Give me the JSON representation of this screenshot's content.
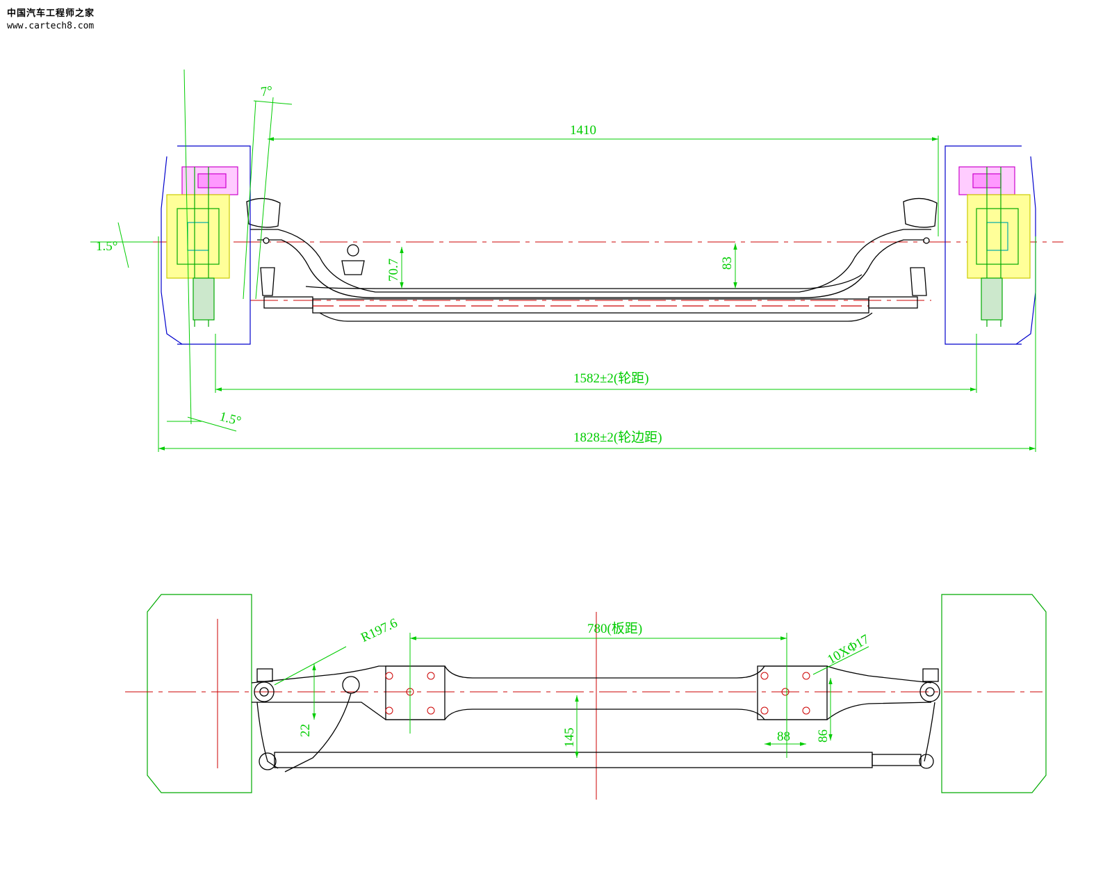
{
  "watermark": {
    "title": "中国汽车工程师之家",
    "url": "www.cartech8.com"
  },
  "front_view": {
    "kingpin_angle": "7°",
    "kingpin_span": "1410",
    "camber_angle_left": "1.5°",
    "camber_angle_bottom": "1.5°",
    "drop_left": "70.7",
    "drop_right": "83",
    "track_width": "1582±2(轮距)",
    "overall_width": "1828±2(轮边距)"
  },
  "top_view": {
    "radius": "R197.6",
    "spring_pad_distance": "780(板距)",
    "bolt_holes": "10XΦ17",
    "offset_left": "22",
    "offset_center": "145",
    "pad_width": "88",
    "pad_depth": "86"
  },
  "colors": {
    "line": "#000000",
    "dimension": "#00cc00",
    "centerline": "#cc0000",
    "brake": "#cc00cc",
    "bearing": "#e6e600",
    "detail": "#0000cc",
    "cyan": "#00aaaa"
  }
}
